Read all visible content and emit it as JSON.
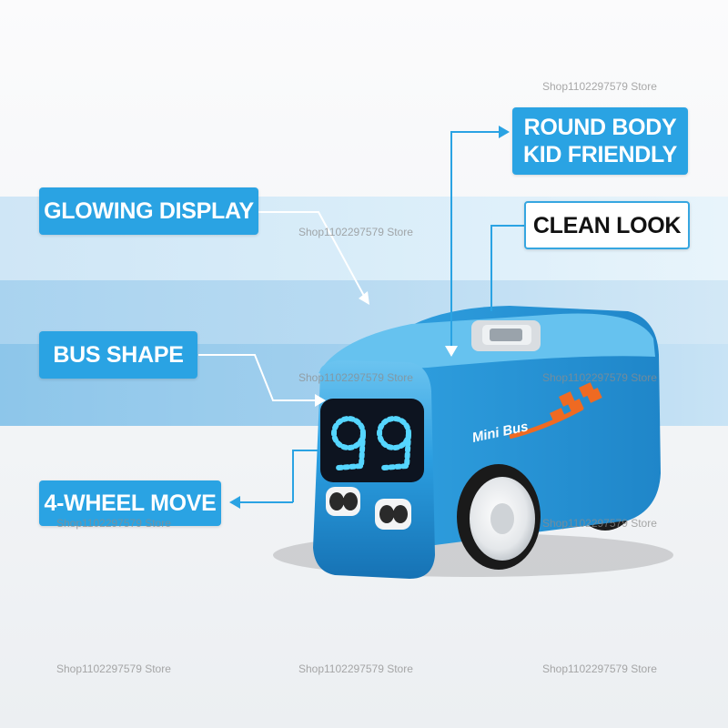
{
  "callouts": {
    "round_body_line1": "ROUND BODY",
    "round_body_line2": "KID FRIENDLY",
    "clean_look": "CLEAN LOOK",
    "glowing_display": "GLOWING DISPLAY",
    "bus_shape": "BUS SHAPE",
    "four_wheel_move": "4-WHEEL MOVE"
  },
  "product": {
    "body_text": "Mini Bus",
    "display_text": "99"
  },
  "watermark": "Shop1102297579 Store",
  "colors": {
    "accent": "#2aa3e3",
    "body_blue": "#2b9ee0",
    "stripe_orange": "#ef6a22",
    "display_glow": "#55d6ff"
  }
}
